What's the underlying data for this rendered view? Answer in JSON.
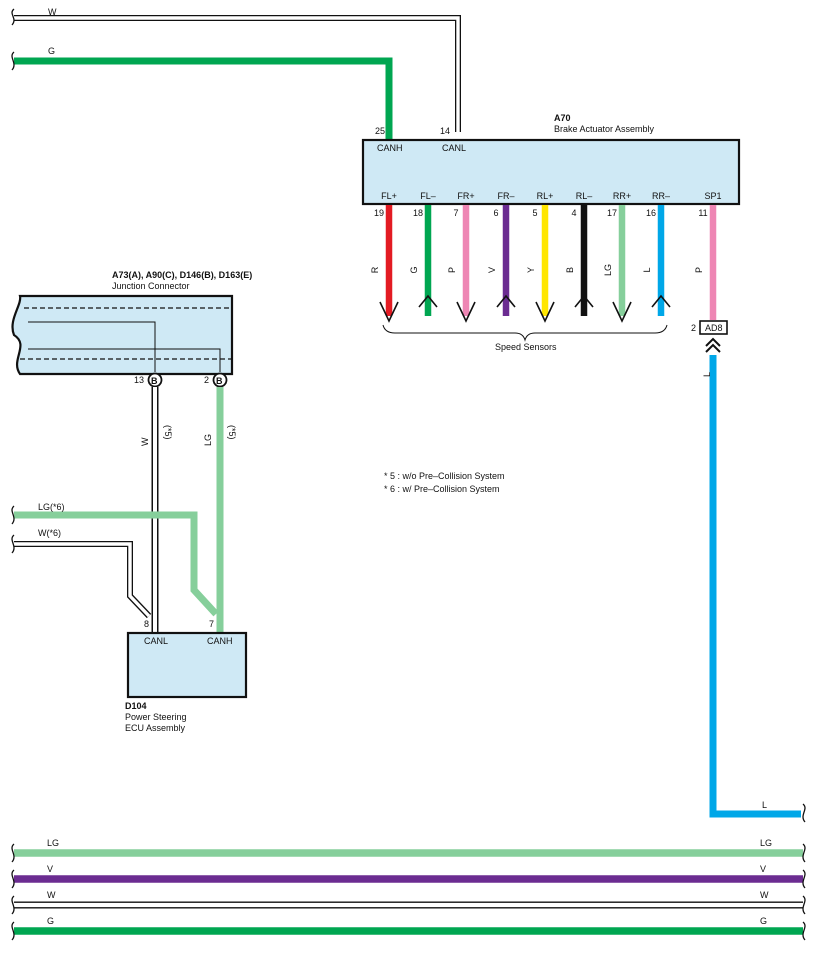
{
  "colors": {
    "G": "#00a651",
    "W": "#ffffff",
    "LG": "#86cf9b",
    "V": "#6b2c91",
    "R": "#e31b23",
    "P": "#ee86b4",
    "Y": "#ffe600",
    "B": "#111111",
    "L": "#00a7e8",
    "box": "#cfe9f5"
  },
  "top_wires": {
    "w_label": "W",
    "g_label": "G"
  },
  "a70": {
    "code": "A70",
    "name": "Brake Actuator Assembly",
    "pin_canh": "25",
    "pin_canl": "14",
    "label_canh": "CANH",
    "label_canl": "CANL",
    "terminals": [
      {
        "name": "FL+",
        "pin": "19",
        "color": "R",
        "arrow": "down"
      },
      {
        "name": "FL–",
        "pin": "18",
        "color": "G",
        "arrow": "up"
      },
      {
        "name": "FR+",
        "pin": "7",
        "color": "P",
        "arrow": "down"
      },
      {
        "name": "FR–",
        "pin": "6",
        "color": "V",
        "arrow": "up"
      },
      {
        "name": "RL+",
        "pin": "5",
        "color": "Y",
        "arrow": "down"
      },
      {
        "name": "RL–",
        "pin": "4",
        "color": "B",
        "arrow": "up"
      },
      {
        "name": "RR+",
        "pin": "17",
        "color": "LG",
        "arrow": "down"
      },
      {
        "name": "RR–",
        "pin": "16",
        "color": "L",
        "arrow": "up"
      },
      {
        "name": "SP1",
        "pin": "11",
        "color": "P",
        "arrow": "none"
      }
    ],
    "speed_sensors": "Speed Sensors"
  },
  "connector_ad8": {
    "code": "AD8",
    "pin": "2",
    "wire": "L"
  },
  "junction": {
    "codes": "A73(A), A90(C), D146(B), D163(E)",
    "name": "Junction Connector",
    "pin_w": "13",
    "pin_lg": "2",
    "letter": "B",
    "w_label": "W",
    "lg_label": "LG",
    "note": "(*5)"
  },
  "notes": {
    "n5": "* 5 : w/o Pre–Collision System",
    "n6": "* 6 : w/ Pre–Collision System"
  },
  "side_wires": {
    "lg": "LG(*6)",
    "w": "W(*6)"
  },
  "d104": {
    "code": "D104",
    "name1": "Power Steering",
    "name2": "ECU Assembly",
    "pin_canl": "8",
    "pin_canh": "7",
    "label_canl": "CANL",
    "label_canh": "CANH"
  },
  "l_wire": {
    "label": "L"
  },
  "bottom_wires": [
    {
      "label": "LG",
      "color": "LG"
    },
    {
      "label": "V",
      "color": "V"
    },
    {
      "label": "W",
      "color": "W"
    },
    {
      "label": "G",
      "color": "G"
    }
  ]
}
